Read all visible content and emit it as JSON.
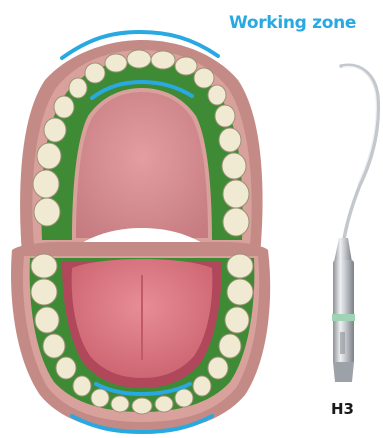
{
  "title": "Working zone",
  "tip_label": "H3",
  "colors": {
    "accent": "#29a9e1",
    "working_zone": "#3f8a34",
    "gum": "#c98f8a",
    "palate": "#d4858a",
    "tongue": "#d9707a",
    "tooth": "#f1ead2",
    "metal": "#b8bcc2",
    "band": "#9fd3b3"
  },
  "icons": [
    "dental-arch-illustration",
    "ultrasonic-scaler-tip-icon"
  ]
}
